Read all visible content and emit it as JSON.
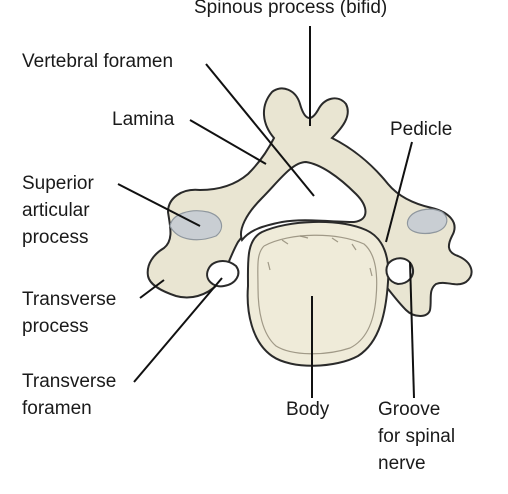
{
  "labels": {
    "spinous_process": "Spinous process (bifid)",
    "vertebral_foramen": "Vertebral foramen",
    "lamina": "Lamina",
    "pedicle": "Pedicle",
    "superior_articular_process": "Superior\narticular\nprocess",
    "transverse_process": "Transverse\nprocess",
    "transverse_foramen": "Transverse\nforamen",
    "body": "Body",
    "groove_for_spinal_nerve": "Groove\nfor spinal\nnerve"
  },
  "colors": {
    "bone": "#e9e5d2",
    "cartilage": "#c9ced3",
    "outline": "#2a2a2a",
    "text": "#1a1a1a"
  }
}
